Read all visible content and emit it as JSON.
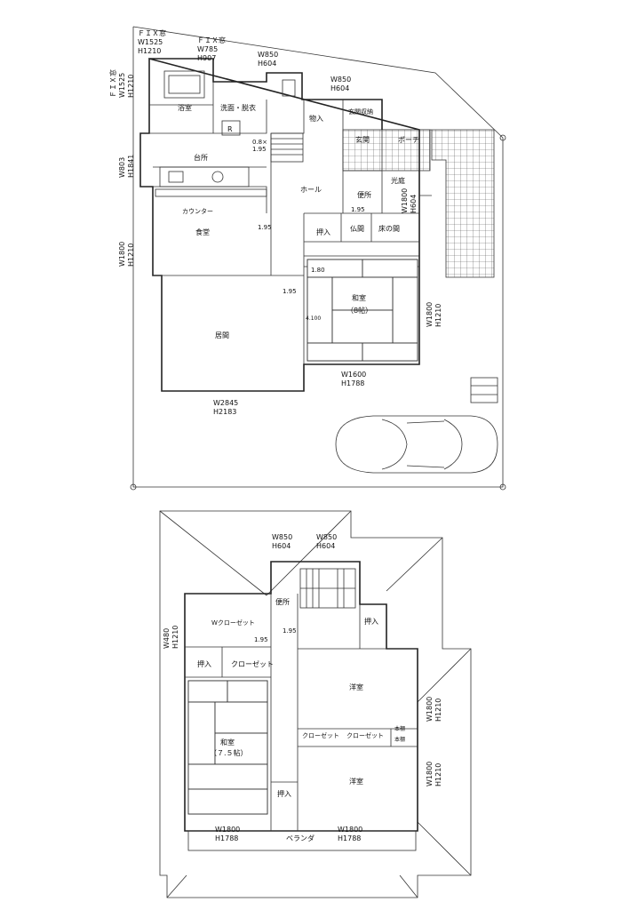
{
  "ground_floor": {
    "rooms": {
      "bath": "浴室",
      "washroom": "洗面・脱衣",
      "storage": "物入",
      "entrance_storage": "玄関収納",
      "entrance": "玄関",
      "porch": "ポーチ",
      "kitchen": "台所",
      "hall": "ホール",
      "toilet": "便所",
      "counter": "カウンター",
      "dining": "食堂",
      "closet_push": "押入",
      "altar": "仏間",
      "alcove": "床の間",
      "japanese_room": "和室",
      "japanese_room_size": "（8帖）",
      "living": "居間",
      "light_well": "光庭",
      "fridge": "R"
    },
    "windows": {
      "fix_bath_name": "ＦＩＸ窓",
      "fix_bath_w": "W1525",
      "fix_bath_h": "H1210",
      "fix_wash_name": "ＦＩＸ窓",
      "fix_wash_w": "W785",
      "fix_wash_h": "H907",
      "top_w": "W850",
      "top_h": "H604",
      "entrance_w": "W850",
      "entrance_h": "H604",
      "left_fix_name": "ＦＩＸ窓",
      "left_fix_w": "W1525",
      "left_fix_h": "H1210",
      "kitchen_w": "W803",
      "kitchen_h": "H1841",
      "dining_w": "W1800",
      "dining_h": "H1210",
      "living_w": "W2845",
      "living_h": "H2183",
      "washitsu_bottom_w": "W1600",
      "washitsu_bottom_h": "H1788",
      "washitsu_right_w": "W1800",
      "washitsu_right_h": "H1210",
      "toilet_w": "W1800",
      "toilet_h": "H604"
    },
    "dimensions": {
      "d1": "0.8×",
      "d2": "1.95",
      "d3": "1.95",
      "d4": "1.95",
      "d5": "1.80",
      "d6": "1.95",
      "d7": "4.100"
    }
  },
  "upper_floor": {
    "rooms": {
      "toilet": "便所",
      "wic": "Wクローゼット",
      "closet_push_1": "押入",
      "closet_push_2": "押入",
      "closet_push_3": "押入",
      "closet_1": "クローゼット",
      "closet_2": "クローゼット",
      "closet_3": "クローゼット",
      "western_1": "洋室",
      "western_2": "洋室",
      "bookshelf_1": "本棚",
      "bookshelf_2": "本棚",
      "japanese_room": "和室",
      "japanese_room_size": "（７.５帖）",
      "veranda": "ベランダ"
    },
    "windows": {
      "stair_1_w": "W850",
      "stair_1_h": "H604",
      "stair_2_w": "W850",
      "stair_2_h": "H604",
      "left_w": "W480",
      "left_h": "H1210",
      "right_1_w": "W1800",
      "right_1_h": "H1210",
      "right_2_w": "W1800",
      "right_2_h": "H1210",
      "bottom_1_w": "W1800",
      "bottom_1_h": "H1788",
      "bottom_2_w": "W1800",
      "bottom_2_h": "H1788"
    },
    "dimensions": {
      "d1": "1.95",
      "d2": "1.95"
    }
  }
}
